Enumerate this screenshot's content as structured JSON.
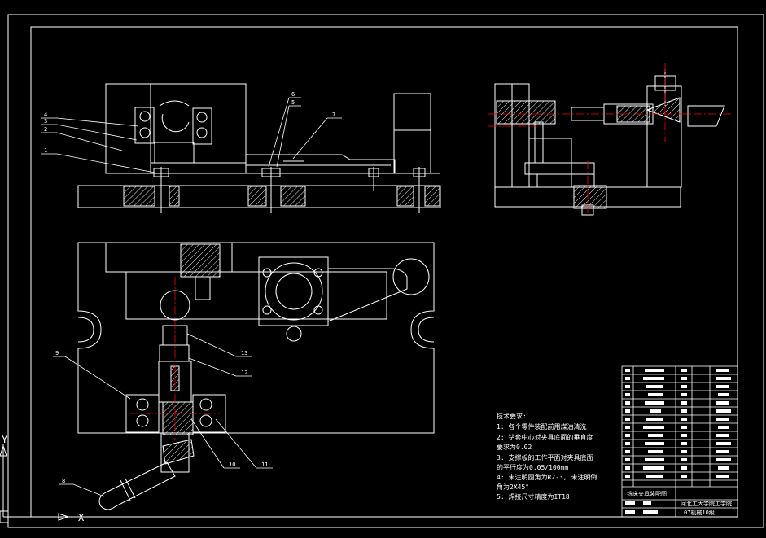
{
  "drawing": {
    "notes_heading": "技术要求:",
    "notes": [
      "1: 各个零件装配前用煤油清洗",
      "2: 钻套中心对夹具底面的垂直度",
      "要求为0.02",
      "3: 支撑板的工作平面对夹具底面",
      "的平行度为0.05/100mm",
      "4: 未注明圆角为R2-3, 未注明倒",
      "角为2X45°",
      "5: 焊接尺寸精度为IT18"
    ],
    "part_numbers": [
      "1",
      "2",
      "3",
      "4",
      "5",
      "6",
      "7",
      "8",
      "9",
      "10",
      "11",
      "12",
      "13"
    ],
    "axis_labels": {
      "x": "X",
      "y": "Y"
    },
    "title_block": {
      "title": "铣床夹具装配图",
      "school": "河北工大学院工学院",
      "class": "07机械10级"
    }
  },
  "colors": {
    "background": "#000000",
    "line": "#ffffff",
    "centerline": "#ff0000",
    "hatch": "#ffffff"
  }
}
